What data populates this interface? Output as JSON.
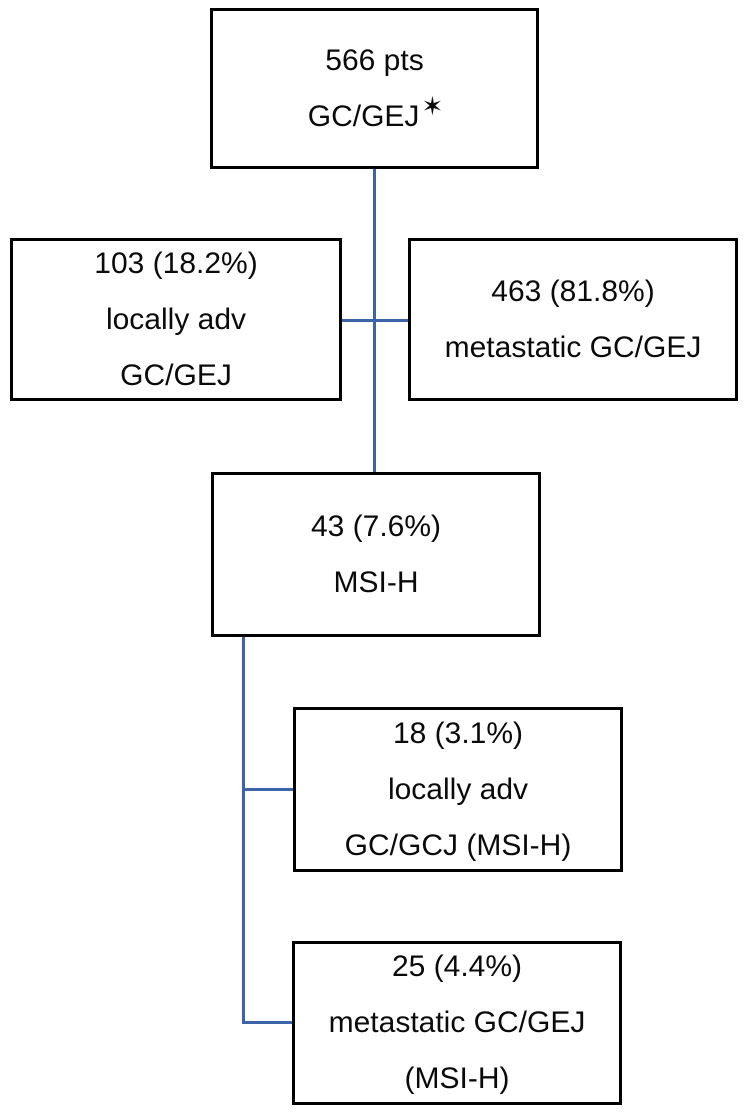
{
  "diagram": {
    "type": "flowchart",
    "colors": {
      "background": "#ffffff",
      "box_border": "#000000",
      "connector": "#3c64a8",
      "text": "#0a0a0a"
    },
    "boxes": {
      "root": {
        "lines": [
          "566 pts",
          "GC/GEJ"
        ],
        "star": "✶"
      },
      "locally_adv": {
        "lines": [
          "103 (18.2%)",
          "locally adv",
          "GC/GEJ"
        ]
      },
      "metastatic": {
        "lines": [
          "463 (81.8%)",
          "metastatic GC/GEJ"
        ]
      },
      "msi_h": {
        "lines": [
          "43 (7.6%)",
          "MSI-H"
        ]
      },
      "locally_adv_msi_h": {
        "lines": [
          "18 (3.1%)",
          "locally adv",
          "GC/GCJ (MSI-H)"
        ]
      },
      "metastatic_msi_h": {
        "lines": [
          "25 (4.4%)",
          "metastatic GC/GEJ",
          "(MSI-H)"
        ]
      }
    }
  }
}
